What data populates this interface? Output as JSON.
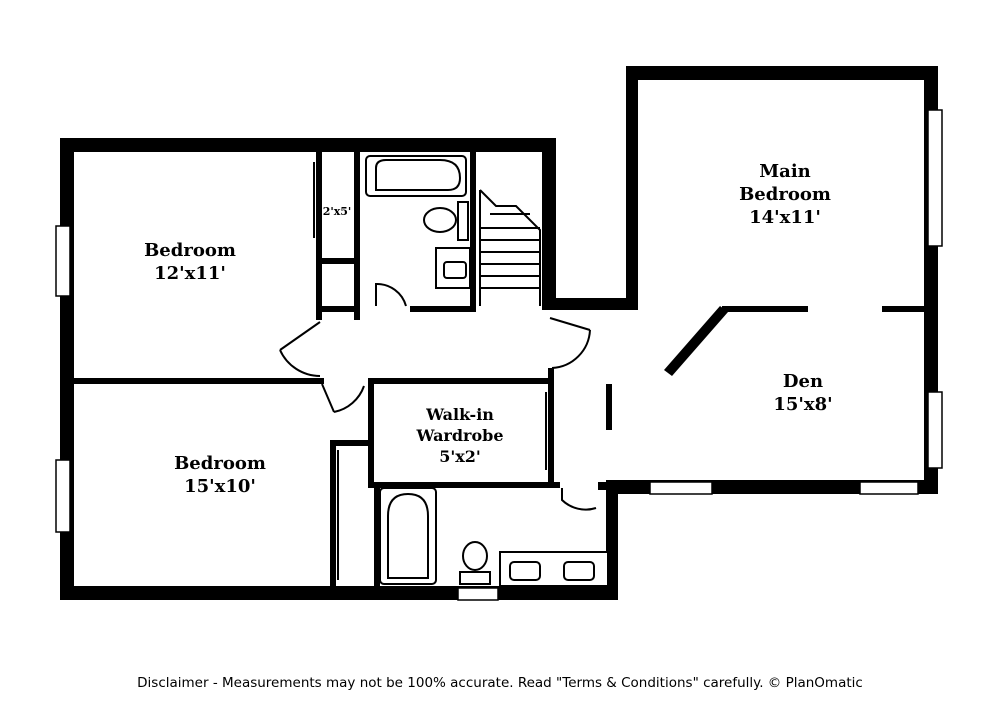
{
  "rooms": {
    "main_bedroom": {
      "line1": "Main",
      "line2": "Bedroom",
      "size": "14'x11'"
    },
    "bedroom_1": {
      "name": "Bedroom",
      "size": "12'x11'"
    },
    "bedroom_2": {
      "name": "Bedroom",
      "size": "15'x10'"
    },
    "den": {
      "name": "Den",
      "size": "15'x8'"
    },
    "walk_in": {
      "line1": "Walk-in",
      "line2": "Wardrobe",
      "size": "5'x2'"
    },
    "closet": {
      "size": "2'x5'"
    }
  },
  "disclaimer": "Disclaimer - Measurements may not be 100% accurate. Read \"Terms & Conditions\" carefully. © PlanOmatic"
}
